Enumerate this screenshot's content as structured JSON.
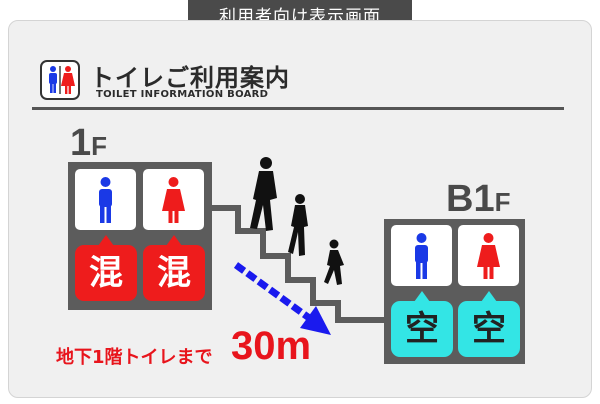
{
  "tab_title": "利用者向け表示画面",
  "board": {
    "title": "トイレご利用案内",
    "subtitle": "TOILET INFORMATION BOARD"
  },
  "floors": {
    "upper": {
      "label_num": "1",
      "label_f": "F",
      "men_status": "混",
      "women_status": "混"
    },
    "lower": {
      "label_num": "B1",
      "label_f": "F",
      "men_status": "空",
      "women_status": "空"
    }
  },
  "distance": {
    "text": "地下1階トイレまで",
    "value": "30m"
  },
  "colors": {
    "men": "#1a39e6",
    "women": "#ee1c1c",
    "busy": "#ee1c1c",
    "free": "#33e5e5",
    "arrow": "#1a1aee"
  }
}
